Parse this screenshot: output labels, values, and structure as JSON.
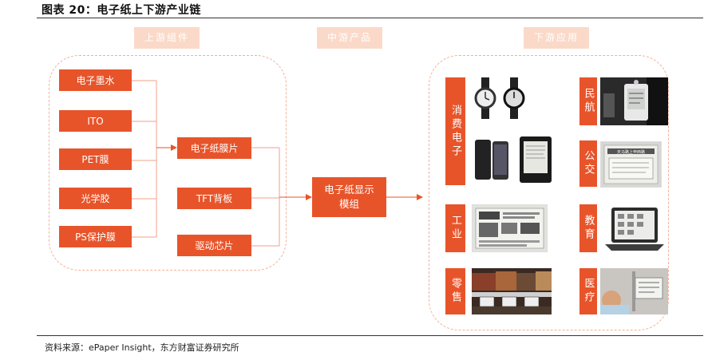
{
  "figure_title": "图表 20：电子纸上下游产业链",
  "source_note": "资料来源：ePaper Insight，东方财富证券研究所",
  "sections": {
    "upstream": "上游组件",
    "midstream": "中游产品",
    "downstream": "下游应用"
  },
  "upstream_materials": [
    "电子墨水",
    "ITO",
    "PET膜",
    "光学胶",
    "PS保护膜"
  ],
  "upstream_components": [
    "电子纸膜片",
    "TFT背板",
    "驱动芯片"
  ],
  "midstream_product": "电子纸显示模组",
  "downstream_apps": {
    "consumer": "消费电子",
    "industry": "工业",
    "retail": "零售",
    "aviation": "民航",
    "transport": "公交",
    "education": "教育",
    "medical": "医疗"
  },
  "transit_sign_text": "天马路上申西路",
  "colors": {
    "accent": "#e8542a",
    "label_bg": "#fbd9c8",
    "dash": "#f3b29a"
  }
}
